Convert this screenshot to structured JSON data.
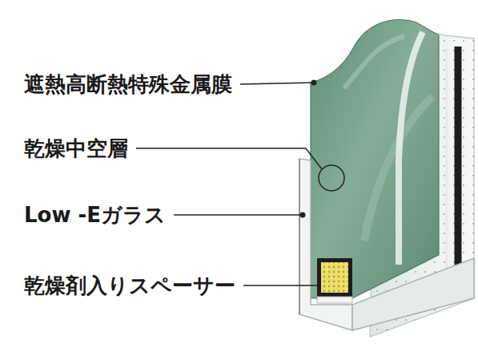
{
  "diagram": {
    "labels": [
      "遮熱高断熱特殊金属膜",
      "乾燥中空層",
      "Low -Eガラス",
      "乾燥剤入りスペーサー"
    ]
  }
}
